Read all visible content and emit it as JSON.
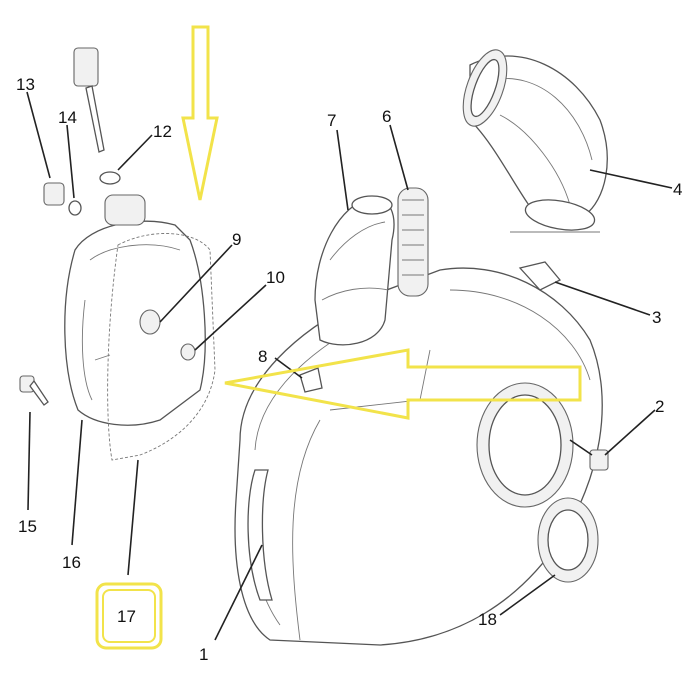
{
  "diagram": {
    "accent_color": "#f2e34a",
    "callouts": {
      "c1": "1",
      "c2": "2",
      "c3": "3",
      "c4": "4",
      "c6": "6",
      "c7": "7",
      "c8": "8",
      "c9": "9",
      "c10": "10",
      "c12": "12",
      "c13": "13",
      "c14": "14",
      "c15": "15",
      "c16": "16",
      "c17": "17",
      "c18": "18"
    }
  }
}
